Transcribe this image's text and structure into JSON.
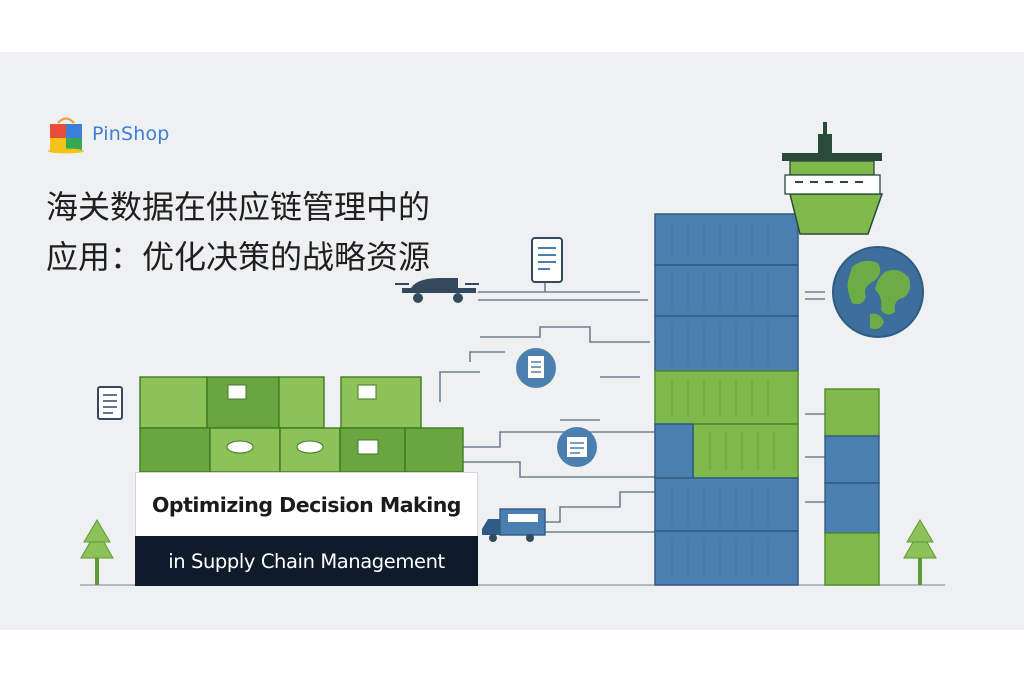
{
  "brand": {
    "name": "PinShop",
    "color": "#3d7fd6"
  },
  "headline": {
    "line1": "海关数据在供应链管理中的",
    "line2": "应用：优化决策的战略资源"
  },
  "caption": {
    "line1": "Optimizing Decision Making",
    "line2": "in Supply Chain Management"
  },
  "palette": {
    "container_blue": "#4a7fb0",
    "container_green": "#7fb94c",
    "navy": "#0f1b2a",
    "background": "#eef0f1"
  },
  "icons": [
    "document-icon",
    "tablet-icon",
    "drone-icon",
    "truck-icon",
    "ship-icon",
    "globe-icon",
    "tree-icon"
  ]
}
